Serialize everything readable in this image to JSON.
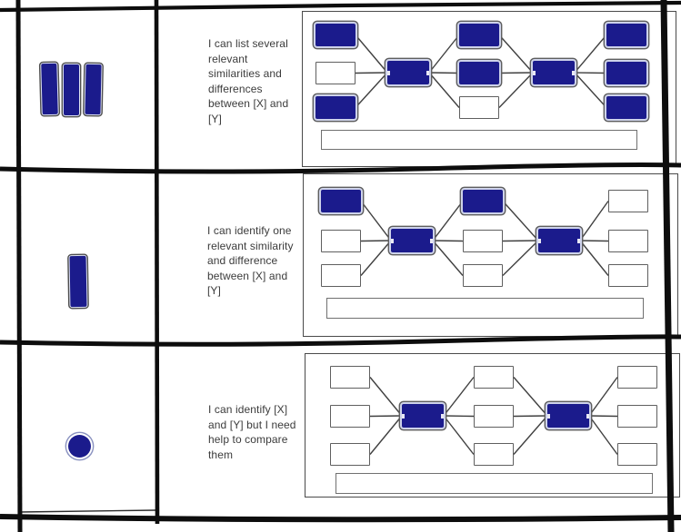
{
  "rubric": {
    "colors": {
      "accent_navy": "#1b1b8c",
      "halo_blue": "#ced3ea",
      "grid_line": "#0d0d0d",
      "text": "#3b3b3b"
    },
    "rows": [
      {
        "level_icon": "three-bars",
        "description": "I can list several\nrelevant\nsimilarities and\ndifferences\nbetween [X] and\n[Y]",
        "diagram": {
          "nodes": [
            {
              "id": "left-top",
              "filled": true
            },
            {
              "id": "left-middle",
              "filled": false
            },
            {
              "id": "left-bottom",
              "filled": true
            },
            {
              "id": "hub-left",
              "filled": true
            },
            {
              "id": "middle-top",
              "filled": true
            },
            {
              "id": "middle-center",
              "filled": true
            },
            {
              "id": "middle-bottom",
              "filled": false
            },
            {
              "id": "hub-right",
              "filled": true
            },
            {
              "id": "right-top",
              "filled": true
            },
            {
              "id": "right-middle",
              "filled": true
            },
            {
              "id": "right-bottom",
              "filled": true
            }
          ],
          "summary_bar": {
            "filled": false
          }
        }
      },
      {
        "level_icon": "one-bar",
        "description": "I can identify one\nrelevant similarity\nand difference\nbetween [X] and\n[Y]",
        "diagram": {
          "nodes": [
            {
              "id": "left-top",
              "filled": true
            },
            {
              "id": "left-middle",
              "filled": false
            },
            {
              "id": "left-bottom",
              "filled": false
            },
            {
              "id": "hub-left",
              "filled": true
            },
            {
              "id": "middle-top",
              "filled": true
            },
            {
              "id": "middle-center",
              "filled": false
            },
            {
              "id": "middle-bottom",
              "filled": false
            },
            {
              "id": "hub-right",
              "filled": true
            },
            {
              "id": "right-top",
              "filled": false
            },
            {
              "id": "right-middle",
              "filled": false
            },
            {
              "id": "right-bottom",
              "filled": false
            }
          ],
          "summary_bar": {
            "filled": false
          }
        }
      },
      {
        "level_icon": "filled-circle",
        "description": "I can identify [X]\nand [Y] but I need\nhelp to compare\nthem",
        "diagram": {
          "nodes": [
            {
              "id": "left-top",
              "filled": false
            },
            {
              "id": "left-middle",
              "filled": false
            },
            {
              "id": "left-bottom",
              "filled": false
            },
            {
              "id": "hub-left",
              "filled": true
            },
            {
              "id": "middle-top",
              "filled": false
            },
            {
              "id": "middle-center",
              "filled": false
            },
            {
              "id": "middle-bottom",
              "filled": false
            },
            {
              "id": "hub-right",
              "filled": true
            },
            {
              "id": "right-top",
              "filled": false
            },
            {
              "id": "right-middle",
              "filled": false
            },
            {
              "id": "right-bottom",
              "filled": false
            }
          ],
          "summary_bar": {
            "filled": false
          }
        }
      }
    ]
  }
}
